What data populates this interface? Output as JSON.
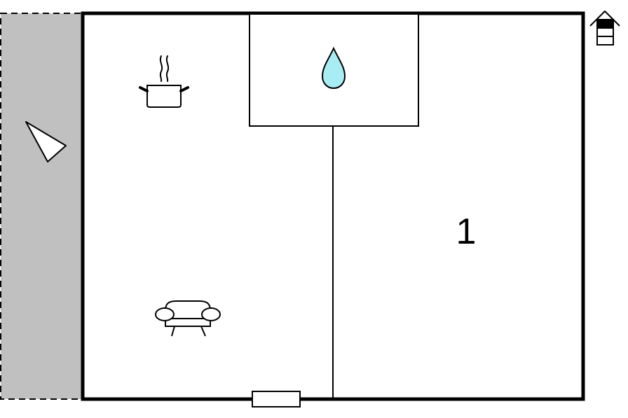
{
  "floorplan": {
    "rooms": [
      {
        "id": "bedroom",
        "number_label": "1"
      }
    ],
    "icons": {
      "kitchen": "cooking-pot-icon",
      "bathroom": "water-drop-icon",
      "living": "sofa-icon",
      "view": "view-direction-icon",
      "floor": "floor-level-house-icon"
    },
    "colors": {
      "terrace_fill": "#c0c0c0",
      "wall": "#000000",
      "water_drop": "#a8ecf4",
      "background": "#ffffff"
    },
    "floor_indicator": {
      "total_levels": 3,
      "active_level": 1
    }
  }
}
